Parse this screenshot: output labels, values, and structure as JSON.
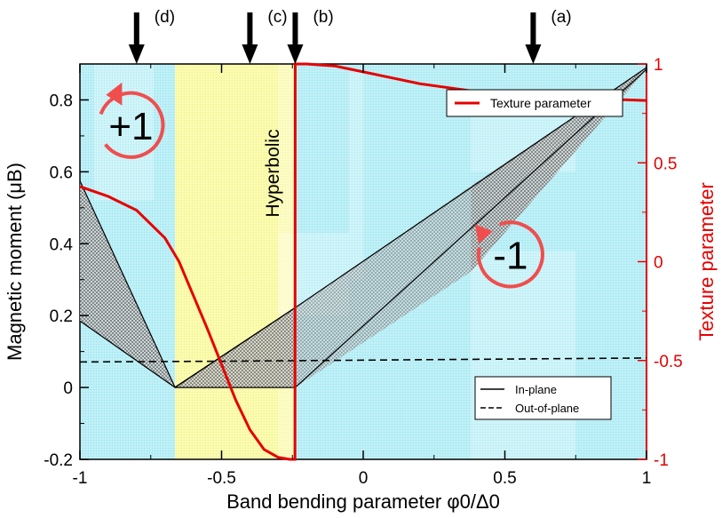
{
  "chart_data": {
    "type": "line",
    "xlabel": "Band bending parameter φ0/Δ0",
    "ylabel": "Magnetic moment (μB)",
    "y2label": "Texture parameter",
    "xlim": [
      -1,
      1
    ],
    "ylim": [
      -0.2,
      0.9
    ],
    "y2lim": [
      -1,
      1
    ],
    "x_ticks": [
      "-1",
      "-0.5",
      "0",
      "0.5",
      "1"
    ],
    "y_ticks": [
      "-0.2",
      "0",
      "0.2",
      "0.4",
      "0.6",
      "0.8"
    ],
    "y2_ticks": [
      "-1",
      "-0.5",
      "0",
      "0.5",
      "1"
    ],
    "regions": [
      {
        "x0": -1,
        "x1": -0.664,
        "color": "#c8f2f8",
        "kind": "cyan"
      },
      {
        "x0": -0.664,
        "x1": -0.24,
        "color": "#fdfdc0",
        "kind": "yellow"
      },
      {
        "x0": -0.24,
        "x1": 1,
        "color": "#c8f2f8",
        "kind": "cyan"
      }
    ],
    "region_label": "Hyperbolic",
    "winding_labels": [
      {
        "text": "+1",
        "x": -0.82,
        "y": 0.73
      },
      {
        "text": "-1",
        "x": 0.52,
        "y": 0.37
      }
    ],
    "markers": [
      {
        "label": "(a)",
        "x": 0.6
      },
      {
        "label": "(b)",
        "x": -0.24
      },
      {
        "label": "(c)",
        "x": -0.4
      },
      {
        "label": "(d)",
        "x": -0.8
      }
    ],
    "series": [
      {
        "name": "In-plane",
        "style": "solid",
        "color": "#000000",
        "x": [
          -1,
          -0.664,
          -0.24,
          1
        ],
        "y": [
          0.575,
          0,
          0.222,
          0.89
        ]
      },
      {
        "style": "solid",
        "color": "#000000",
        "x": [
          -1,
          -0.664,
          -0.24,
          1
        ],
        "y": [
          0.185,
          0,
          0.0,
          0.885
        ]
      },
      {
        "style": "solid",
        "color": "#000000",
        "x": [
          -0.664,
          -0.24
        ],
        "y": [
          0.001,
          0.222
        ]
      },
      {
        "name": "Out-of-plane",
        "style": "dashed",
        "color": "#000000",
        "x": [
          -1,
          -0.5,
          0,
          0.5,
          1
        ],
        "y": [
          0.071,
          0.073,
          0.076,
          0.079,
          0.082
        ]
      },
      {
        "name": "Texture parameter",
        "axis": "right",
        "style": "solid",
        "color": "#e60000",
        "x": [
          -1,
          -0.9,
          -0.8,
          -0.7,
          -0.65,
          -0.6,
          -0.55,
          -0.5,
          -0.45,
          -0.4,
          -0.35,
          -0.3,
          -0.26,
          -0.241,
          -0.24,
          -0.2,
          -0.1,
          0,
          0.1,
          0.2,
          0.3,
          0.4,
          0.5,
          0.6,
          0.7,
          0.8,
          0.9,
          1
        ],
        "y": [
          0.38,
          0.33,
          0.26,
          0.12,
          0.0,
          -0.17,
          -0.34,
          -0.52,
          -0.7,
          -0.85,
          -0.95,
          -0.99,
          -1.0,
          -1.0,
          1.0,
          1.0,
          0.99,
          0.96,
          0.93,
          0.9,
          0.88,
          0.86,
          0.85,
          0.84,
          0.83,
          0.825,
          0.82,
          0.815
        ]
      }
    ],
    "legend": [
      {
        "name": "Texture parameter",
        "color": "#e60000",
        "style": "solid",
        "placement": "top-right"
      },
      {
        "name": "In-plane",
        "color": "#000000",
        "style": "solid",
        "placement": "bottom-right"
      },
      {
        "name": "Out-of-plane",
        "color": "#000000",
        "style": "dashed",
        "placement": "bottom-right"
      }
    ]
  }
}
